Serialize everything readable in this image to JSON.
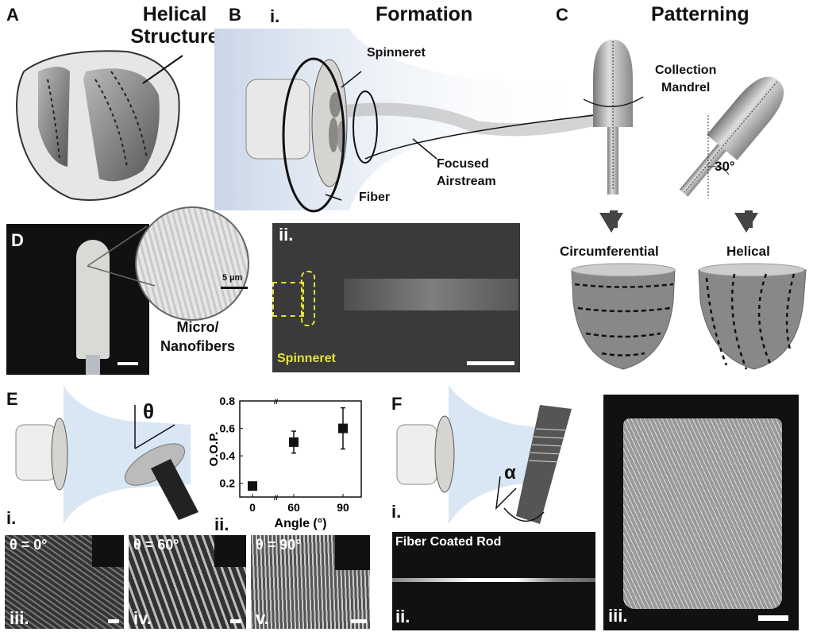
{
  "panels": {
    "A": {
      "letter": "A",
      "title_line1": "Helical",
      "title_line2": "Structure"
    },
    "B": {
      "letter": "B",
      "sub_i": "i.",
      "title": "Formation",
      "spinneret": "Spinneret",
      "fiber": "Fiber",
      "airstream_line1": "Focused",
      "airstream_line2": "Airstream",
      "sub_ii": "ii.",
      "spinneret_photo_label": "Spinneret"
    },
    "C": {
      "letter": "C",
      "title": "Patterning",
      "mandrel_line1": "Collection",
      "mandrel_line2": "Mandrel",
      "angle": "30°",
      "circumferential": "Circumferential",
      "helical": "Helical"
    },
    "D": {
      "letter": "D",
      "scale": "5 µm",
      "fibers_line1": "Micro/",
      "fibers_line2": "Nanofibers"
    },
    "E": {
      "letter": "E",
      "theta": "θ",
      "sub_i": "i.",
      "sub_ii": "ii.",
      "sem": [
        {
          "label": "θ = 0°",
          "roman": "iii."
        },
        {
          "label": "θ = 60°",
          "roman": "iv."
        },
        {
          "label": "θ = 90°",
          "roman": "v."
        }
      ]
    },
    "F": {
      "letter": "F",
      "alpha": "α",
      "sub_i": "i.",
      "sub_ii": "ii.",
      "sub_iii": "iii.",
      "rod_label": "Fiber Coated Rod"
    }
  },
  "chart_data": {
    "type": "scatter",
    "title": "",
    "xlabel": "Angle (°)",
    "ylabel": "O.O.P.",
    "x_ticks": [
      "0",
      "60",
      "90"
    ],
    "y_ticks": [
      "0.2",
      "0.4",
      "0.6",
      "0.8"
    ],
    "ylim": [
      0.1,
      0.8
    ],
    "axis_break": true,
    "points": [
      {
        "x": 0,
        "y": 0.18,
        "err_low": 0.16,
        "err_high": 0.2
      },
      {
        "x": 60,
        "y": 0.5,
        "err_low": 0.42,
        "err_high": 0.58
      },
      {
        "x": 90,
        "y": 0.6,
        "err_low": 0.45,
        "err_high": 0.75
      }
    ]
  },
  "colors": {
    "airstream": "#c9d6e8",
    "spinneret_yellow": "#e6e03a",
    "ink": "#111111"
  }
}
